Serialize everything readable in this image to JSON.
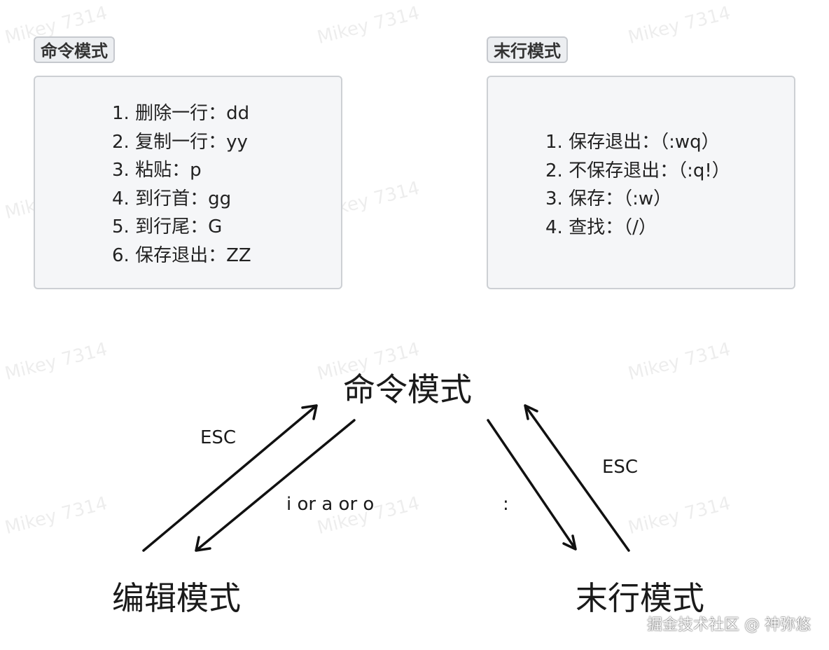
{
  "watermark_text": "Mikey 7314",
  "command_panel": {
    "title": "命令模式",
    "items": [
      "1. 删除一行：dd",
      "2. 复制一行：yy",
      "3. 粘贴：p",
      "4. 到行首：gg",
      "5. 到行尾：G",
      "6. 保存退出：ZZ"
    ]
  },
  "lastline_panel": {
    "title": "末行模式",
    "items": [
      "1. 保存退出：（:wq）",
      "2. 不保存退出：（:q!）",
      "3. 保存：（:w）",
      "4. 查找：（/）"
    ]
  },
  "diagram": {
    "command_mode": "命令模式",
    "edit_mode": "编辑模式",
    "lastline_mode": "末行模式",
    "edit_to_command_label": "ESC",
    "command_to_edit_label": "i or a or o",
    "command_to_lastline_label": ":",
    "lastline_to_command_label": "ESC",
    "arrow_color": "#111111"
  },
  "footer": "掘金技术社区 @ 神弥悠"
}
